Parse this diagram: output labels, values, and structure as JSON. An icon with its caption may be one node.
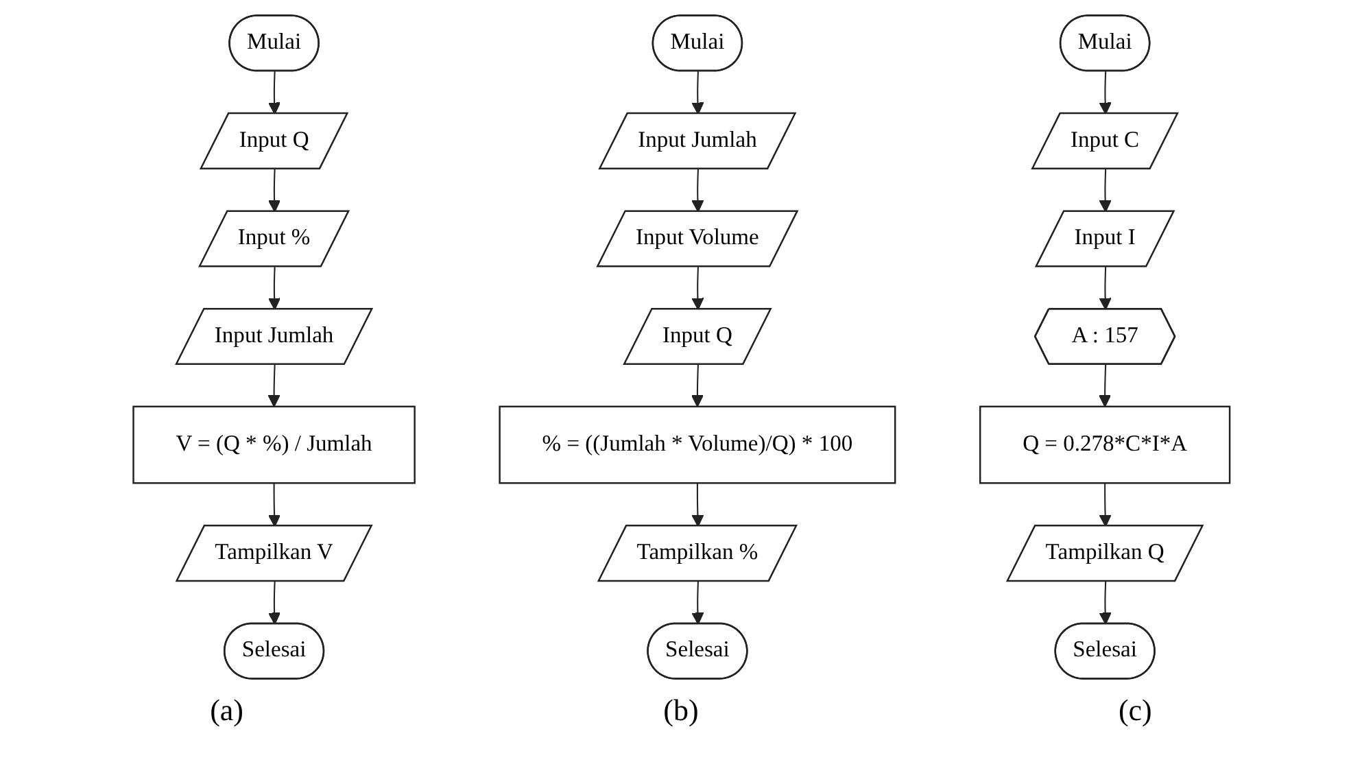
{
  "diagram": {
    "nodes": [
      {
        "text": [
          "Mulai"
        ]
      },
      {
        "text": [
          "Input Q"
        ]
      },
      {
        "text": [
          "Input %"
        ]
      },
      {
        "text": [
          "Input Jumlah"
        ]
      },
      {
        "text": [
          "V = (Q * %) / Jumlah"
        ]
      },
      {
        "text": [
          "Tampilkan V"
        ]
      },
      {
        "text": [
          "Selesai"
        ]
      },
      {
        "text": [
          "Mulai"
        ]
      },
      {
        "text": [
          "Input Jumlah"
        ]
      },
      {
        "text": [
          "Input Volume"
        ]
      },
      {
        "text": [
          "Input Q"
        ]
      },
      {
        "text": [
          "% = ((Jumlah * Volume)/Q) * 100"
        ]
      },
      {
        "text": [
          "Tampilkan %"
        ]
      },
      {
        "text": [
          "Selesai"
        ]
      },
      {
        "text": [
          "Mulai"
        ]
      },
      {
        "text": [
          "Input C"
        ]
      },
      {
        "text": [
          "Input I"
        ]
      },
      {
        "text": [
          "A : 157"
        ]
      },
      {
        "text": [
          "Q = 0.278*C*I*A"
        ]
      },
      {
        "text": [
          "Tampilkan Q"
        ]
      },
      {
        "text": [
          "Selesai"
        ]
      }
    ],
    "edges": [
      {
        "from": 0,
        "to": 1,
        "arrow": "to"
      },
      {
        "from": 1,
        "to": 2,
        "arrow": "to"
      },
      {
        "from": 2,
        "to": 3,
        "arrow": "to"
      },
      {
        "from": 3,
        "to": 4,
        "arrow": "to"
      },
      {
        "from": 4,
        "to": 5,
        "arrow": "to"
      },
      {
        "from": 5,
        "to": 6,
        "arrow": "to"
      },
      {
        "from": 7,
        "to": 8,
        "arrow": "to"
      },
      {
        "from": 8,
        "to": 9,
        "arrow": "to"
      },
      {
        "from": 9,
        "to": 10,
        "arrow": "to"
      },
      {
        "from": 10,
        "to": 11,
        "arrow": "to"
      },
      {
        "from": 11,
        "to": 12,
        "arrow": "to"
      },
      {
        "from": 12,
        "to": 13,
        "arrow": "to"
      },
      {
        "from": 14,
        "to": 15,
        "arrow": "to"
      },
      {
        "from": 15,
        "to": 16,
        "arrow": "to"
      },
      {
        "from": 16,
        "to": 17,
        "arrow": "to"
      },
      {
        "from": 17,
        "to": 18,
        "arrow": "to"
      },
      {
        "from": 18,
        "to": 19,
        "arrow": "to"
      },
      {
        "from": 19,
        "to": 20,
        "arrow": "to"
      }
    ],
    "labels": [
      "(a)",
      "(b)",
      "(c)"
    ]
  }
}
